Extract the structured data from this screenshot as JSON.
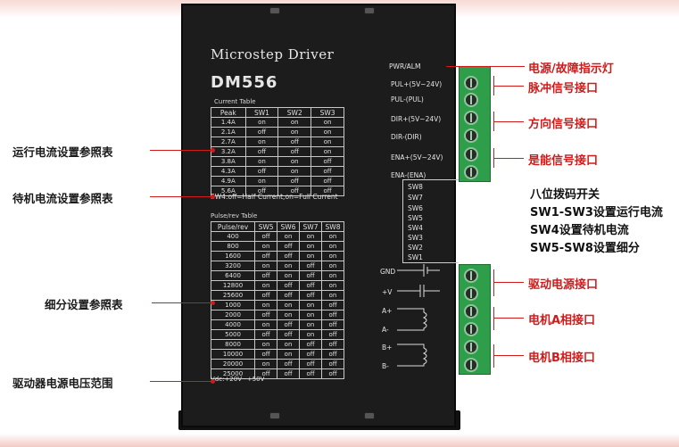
{
  "device": {
    "title": "Microstep Driver",
    "model": "DM556",
    "current_table": {
      "caption": "Current Table",
      "headers": [
        "Peak",
        "SW1",
        "SW2",
        "SW3"
      ],
      "rows": [
        [
          "1.4A",
          "on",
          "on",
          "on"
        ],
        [
          "2.1A",
          "off",
          "on",
          "on"
        ],
        [
          "2.7A",
          "on",
          "off",
          "on"
        ],
        [
          "3.2A",
          "off",
          "off",
          "on"
        ],
        [
          "3.8A",
          "on",
          "on",
          "off"
        ],
        [
          "4.3A",
          "off",
          "on",
          "off"
        ],
        [
          "4.9A",
          "on",
          "off",
          "off"
        ],
        [
          "5.6A",
          "off",
          "off",
          "off"
        ]
      ]
    },
    "sw4_note": "SW4:off=Half Current;on=Full Current",
    "pulse_table": {
      "caption": "Pulse/rev Table",
      "headers": [
        "Pulse/rev",
        "SW5",
        "SW6",
        "SW7",
        "SW8"
      ],
      "rows": [
        [
          "400",
          "off",
          "on",
          "on",
          "on"
        ],
        [
          "800",
          "on",
          "off",
          "on",
          "on"
        ],
        [
          "1600",
          "off",
          "off",
          "on",
          "on"
        ],
        [
          "3200",
          "on",
          "on",
          "off",
          "on"
        ],
        [
          "6400",
          "off",
          "on",
          "off",
          "on"
        ],
        [
          "12800",
          "on",
          "off",
          "off",
          "on"
        ],
        [
          "25600",
          "off",
          "off",
          "off",
          "on"
        ],
        [
          "1000",
          "on",
          "on",
          "on",
          "off"
        ],
        [
          "2000",
          "off",
          "on",
          "on",
          "off"
        ],
        [
          "4000",
          "on",
          "off",
          "on",
          "off"
        ],
        [
          "5000",
          "off",
          "off",
          "on",
          "off"
        ],
        [
          "8000",
          "on",
          "on",
          "off",
          "off"
        ],
        [
          "10000",
          "off",
          "on",
          "off",
          "off"
        ],
        [
          "20000",
          "on",
          "off",
          "off",
          "off"
        ],
        [
          "25000",
          "off",
          "off",
          "off",
          "off"
        ]
      ]
    },
    "vdc": "Vdc:+20V~+50V",
    "ports": [
      "PWR/ALM",
      "PUL+(5V~24V)",
      "PUL-(PUL)",
      "DIR+(5V~24V)",
      "DIR-(DIR)",
      "ENA+(5V~24V)",
      "ENA-(ENA)"
    ],
    "switches": [
      "SW8",
      "SW7",
      "SW6",
      "SW5",
      "SW4",
      "SW3",
      "SW2",
      "SW1"
    ],
    "power_ports": [
      "GND",
      "+V",
      "A+",
      "A-",
      "B+",
      "B-"
    ]
  },
  "annotations_left": [
    "运行电流设置参照表",
    "待机电流设置参照表",
    "细分设置参照表",
    "驱动器电源电压范围"
  ],
  "annotations_right": {
    "pwr": "电源/故障指示灯",
    "pul": "脉冲信号接口",
    "dir": "方向信号接口",
    "ena": "是能信号接口",
    "dip": [
      "八位拨码开关",
      "SW1-SW3设置运行电流",
      "SW4设置待机电流",
      "SW5-SW8设置细分"
    ],
    "power": "驱动电源接口",
    "motor_a": "电机A相接口",
    "motor_b": "电机B相接口"
  },
  "colors": {
    "accent": "#d11a1a",
    "terminal": "#2f9e4a",
    "body": "#1c1c1c"
  }
}
